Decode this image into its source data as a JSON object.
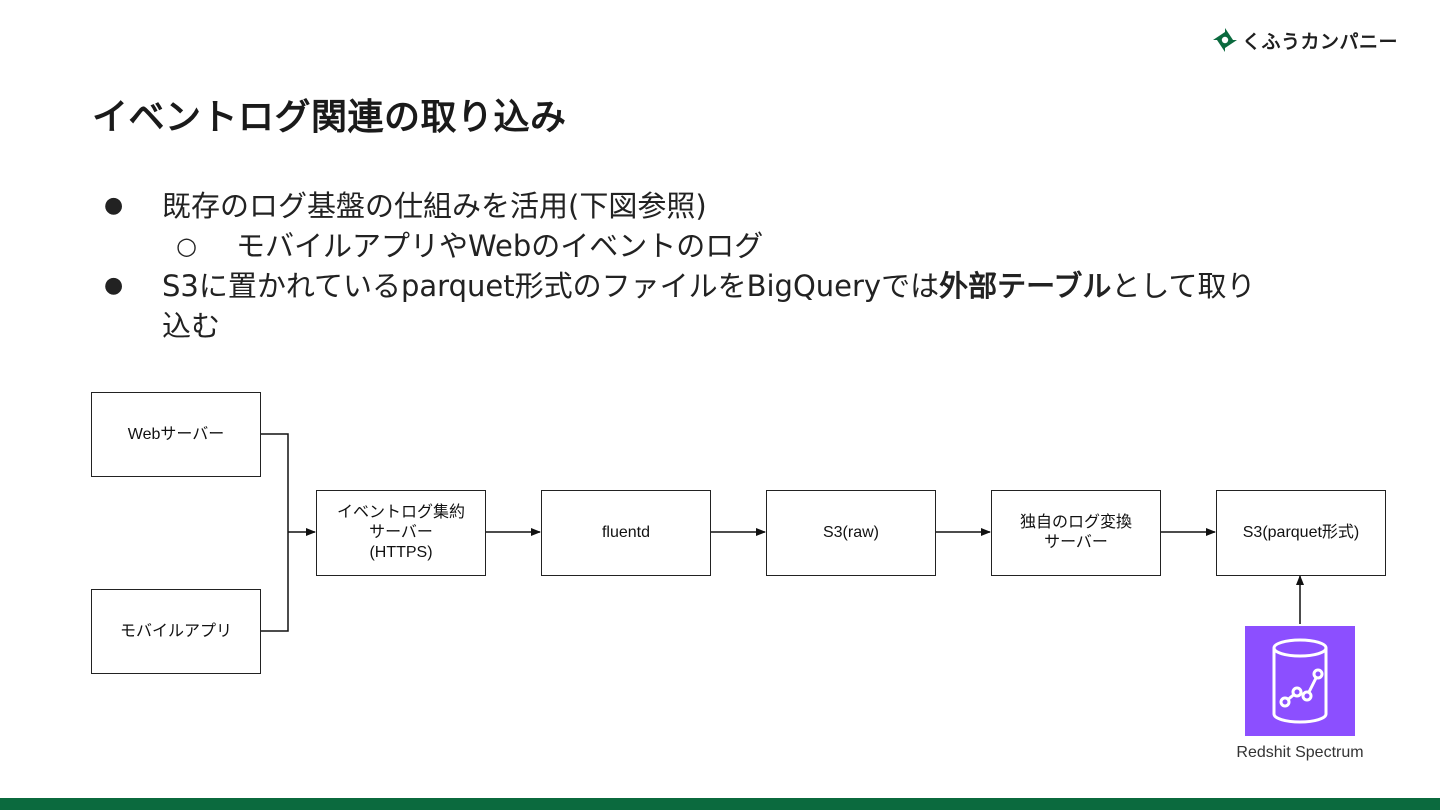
{
  "header": {
    "company_name": "くふうカンパニー",
    "brand_color": "#0b6a3e"
  },
  "slide": {
    "title": "イベントログ関連の取り込み",
    "bullets": [
      {
        "text": "既存のログ基盤の仕組みを活用(下図参照)",
        "sub": [
          "モバイルアプリやWebのイベントのログ"
        ]
      },
      {
        "text_before": "S3に置かれているparquet形式のファイルをBigQueryでは",
        "text_bold": "外部テーブル",
        "text_after_line1": "として取り",
        "text_after_line2": "込む"
      }
    ]
  },
  "diagram": {
    "nodes": {
      "web_server": "Webサーバー",
      "mobile_app": "モバイルアプリ",
      "aggregator": [
        "イベントログ集約",
        "サーバー",
        "(HTTPS)"
      ],
      "fluentd": "fluentd",
      "s3_raw": "S3(raw)",
      "converter": [
        "独自のログ変換",
        "サーバー"
      ],
      "s3_parquet": "S3(parquet形式)",
      "redshift": "Redshit Spectrum"
    },
    "edges": [
      [
        "web_server",
        "aggregator"
      ],
      [
        "mobile_app",
        "aggregator"
      ],
      [
        "aggregator",
        "fluentd"
      ],
      [
        "fluentd",
        "s3_raw"
      ],
      [
        "s3_raw",
        "converter"
      ],
      [
        "converter",
        "s3_parquet"
      ],
      [
        "redshift",
        "s3_parquet"
      ]
    ],
    "icon_color": "#8C4FFF"
  }
}
